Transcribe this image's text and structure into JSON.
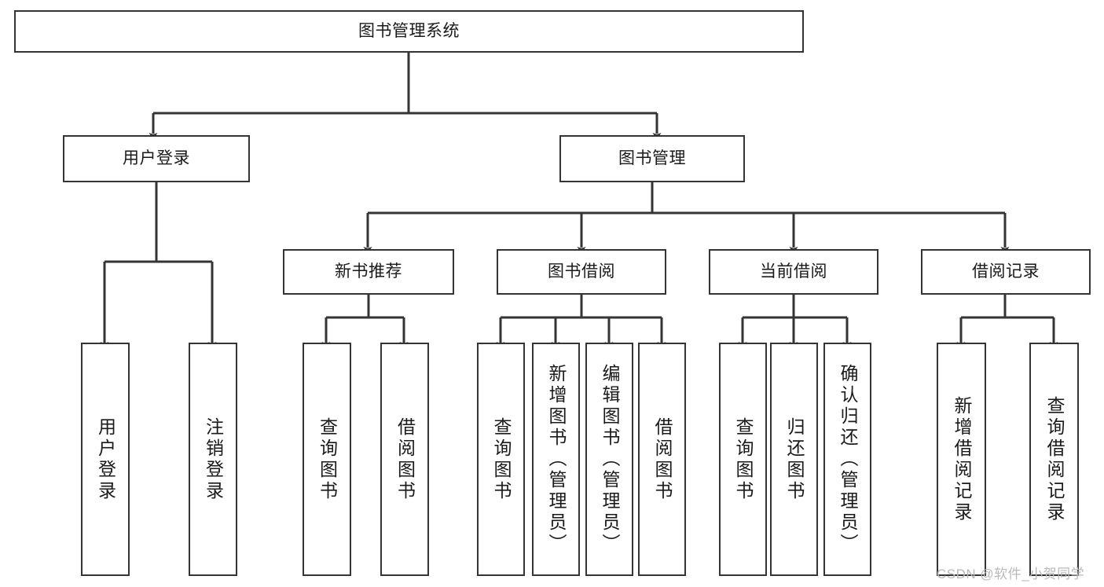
{
  "diagram": {
    "title_node": {
      "label": "图书管理系统"
    },
    "level2": [
      {
        "label": "用户登录"
      },
      {
        "label": "图书管理"
      }
    ],
    "level3": [
      {
        "label": "新书推荐"
      },
      {
        "label": "图书借阅"
      },
      {
        "label": "当前借阅"
      },
      {
        "label": "借阅记录"
      }
    ],
    "leaves": {
      "user_login": [
        {
          "label": "用户登录"
        },
        {
          "label": "注销登录"
        }
      ],
      "new_book": [
        {
          "label": "查询图书"
        },
        {
          "label": "借阅图书"
        }
      ],
      "book_borrow": [
        {
          "label": "查询图书"
        },
        {
          "label": "新增图书（管理员）"
        },
        {
          "label": "编辑图书（管理员）"
        },
        {
          "label": "借阅图书"
        }
      ],
      "current_borrow": [
        {
          "label": "查询图书"
        },
        {
          "label": "归还图书"
        },
        {
          "label": "确认归还（管理员）"
        }
      ],
      "borrow_record": [
        {
          "label": "新增借阅记录"
        },
        {
          "label": "查询借阅记录"
        }
      ]
    }
  },
  "watermark": {
    "text": "CSDN @软件_小贺同学"
  },
  "colors": {
    "stroke": "#343434",
    "box_fill": "#ffffff",
    "text": "#1a1a1a",
    "watermark": "#b9b9b9"
  }
}
